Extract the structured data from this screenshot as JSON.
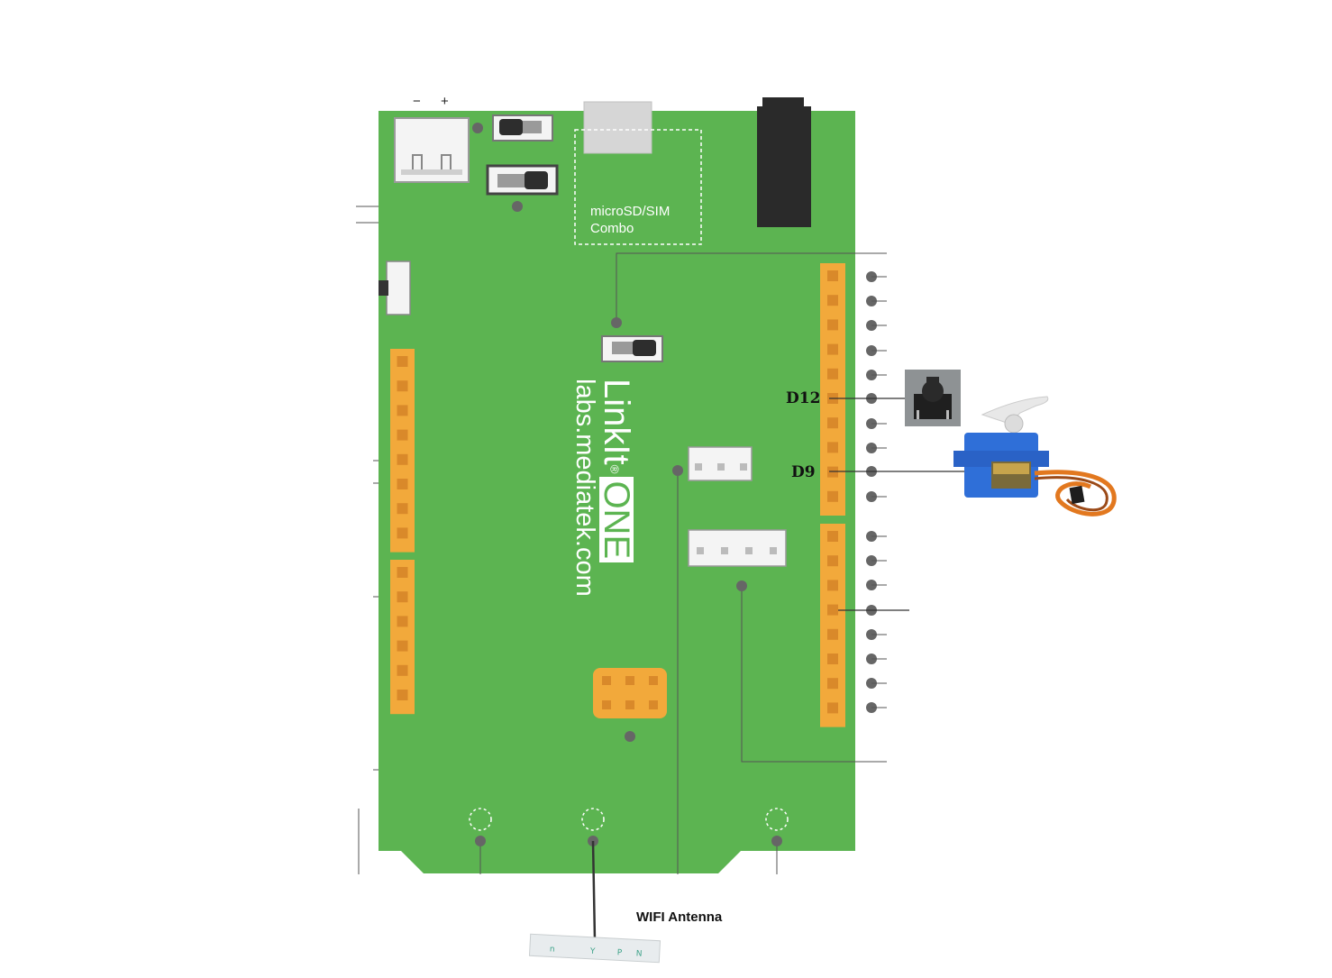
{
  "battery_polarity": {
    "minus": "−",
    "plus": "+"
  },
  "sd_slot": {
    "line1": "microSD/SIM",
    "line2": "Combo"
  },
  "branding": {
    "name": "LinkIt",
    "registered": "®",
    "model": "ONE",
    "url": "labs.mediatek.com"
  },
  "pins": {
    "pushbutton_pin": "D12",
    "servo_pin": "D9"
  },
  "antenna": {
    "label": "WIFI Antenna"
  },
  "colors": {
    "board": "#5cb451",
    "header": "#f2a93b",
    "pad": "#d9892a",
    "callout_dot": "#666666",
    "connector": "#f4f4f4",
    "servo_body": "#2f6fd8"
  },
  "components": [
    "pushbutton",
    "servo-motor",
    "wifi-antenna",
    "audio-jack",
    "usb-port"
  ]
}
